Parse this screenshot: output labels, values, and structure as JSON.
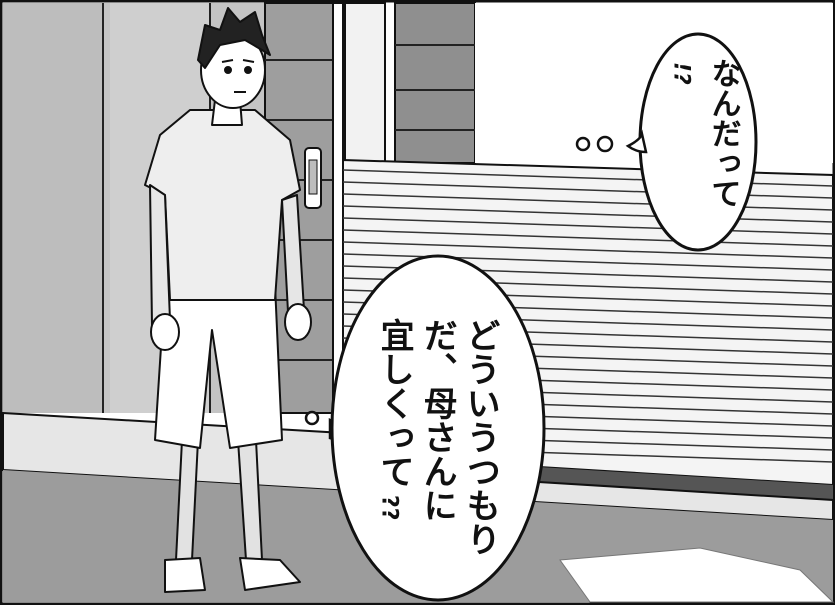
{
  "panel": {
    "colors": {
      "background": "#ffffff",
      "ink": "#111111",
      "wall_gray": "#b9b9b9",
      "wall_light": "#d8d8d8",
      "street_gray": "#9b9b9b"
    },
    "bubble_small": {
      "exclaim": "!?",
      "text": "なんだって"
    },
    "bubble_large": {
      "line1": "どういうつもり",
      "line2": "だ、母さんに",
      "line3": "宜しくって",
      "trail": "??"
    },
    "icons": {
      "character": "boy-standing-icon",
      "shutter": "shutter-door-icon",
      "door": "sliding-door-icon"
    }
  }
}
